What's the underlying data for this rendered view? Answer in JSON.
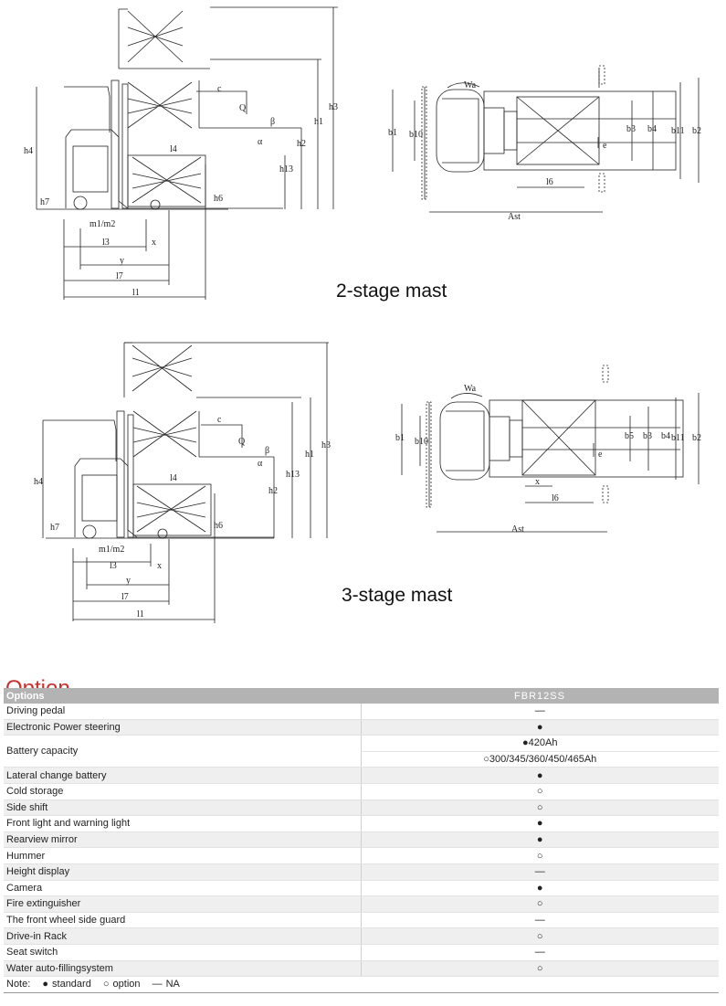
{
  "figures": {
    "two_stage": {
      "caption": "2-stage mast",
      "side_labels": [
        "c",
        "Q",
        "h4",
        "h1",
        "h3",
        "h2",
        "h13",
        "h7",
        "h6",
        "l4",
        "m1/m2",
        "l3",
        "x",
        "y",
        "l7",
        "l1",
        "α",
        "β"
      ],
      "top_labels": [
        "Wa",
        "b1",
        "b10",
        "b3",
        "b4",
        "b11",
        "b2",
        "e",
        "l6",
        "Ast"
      ]
    },
    "three_stage": {
      "caption": "3-stage mast",
      "side_labels": [
        "c",
        "Q",
        "h4",
        "h1",
        "h3",
        "h2",
        "h13",
        "h7",
        "h6",
        "l4",
        "m1/m2",
        "l3",
        "x",
        "y",
        "l7",
        "l1",
        "α",
        "β"
      ],
      "top_labels": [
        "Wa",
        "b1",
        "b10",
        "b5",
        "b3",
        "b4",
        "b11",
        "b2",
        "e",
        "x",
        "l6",
        "Ast"
      ]
    }
  },
  "option": {
    "title": "Option",
    "header": {
      "col1": "Options",
      "col2": "FBR12SS"
    },
    "rows": [
      {
        "name": "Driving pedal",
        "value": "—"
      },
      {
        "name": "Electronic Power steering",
        "value": "●"
      },
      {
        "name": "Battery capacity",
        "values": [
          "●420Ah",
          "○300/345/360/450/465Ah"
        ]
      },
      {
        "name": "Lateral change battery",
        "value": "●"
      },
      {
        "name": "Cold storage",
        "value": "○"
      },
      {
        "name": "Side shift",
        "value": "○"
      },
      {
        "name": "Front light and warning light",
        "value": "●"
      },
      {
        "name": "Rearview mirror",
        "value": "●"
      },
      {
        "name": "Hummer",
        "value": "○"
      },
      {
        "name": "Height display",
        "value": "—"
      },
      {
        "name": "Camera",
        "value": "●"
      },
      {
        "name": "Fire extinguisher",
        "value": "○"
      },
      {
        "name": "The front wheel side guard",
        "value": "—"
      },
      {
        "name": "Drive-in Rack",
        "value": "○"
      },
      {
        "name": "Seat switch",
        "value": "—"
      },
      {
        "name": "Water auto-fillingsystem",
        "value": "○"
      }
    ],
    "note": {
      "label": "Note:",
      "standard_symbol": "●",
      "standard": "standard",
      "option_symbol": "○",
      "option": "option",
      "na_symbol": "—",
      "na": "NA"
    }
  }
}
